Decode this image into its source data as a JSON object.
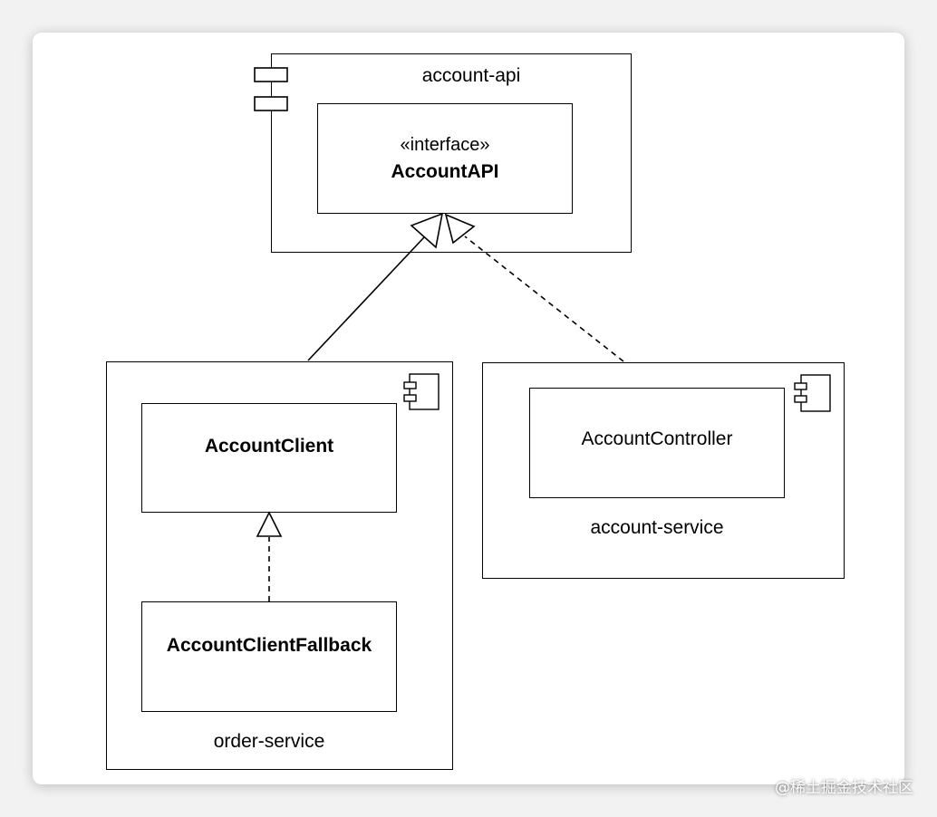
{
  "components": {
    "account_api": {
      "name": "account-api",
      "interface_stereotype": "«interface»",
      "interface_name": "AccountAPI"
    },
    "order_service": {
      "name": "order-service",
      "client_class": "AccountClient",
      "fallback_class": "AccountClientFallback"
    },
    "account_service": {
      "name": "account-service",
      "controller_class": "AccountController"
    }
  },
  "icons": {
    "component_icon": "uml-component-icon"
  },
  "watermark": "@稀土掘金技术社区",
  "colors": {
    "line": "#000000",
    "background": "#ffffff"
  }
}
